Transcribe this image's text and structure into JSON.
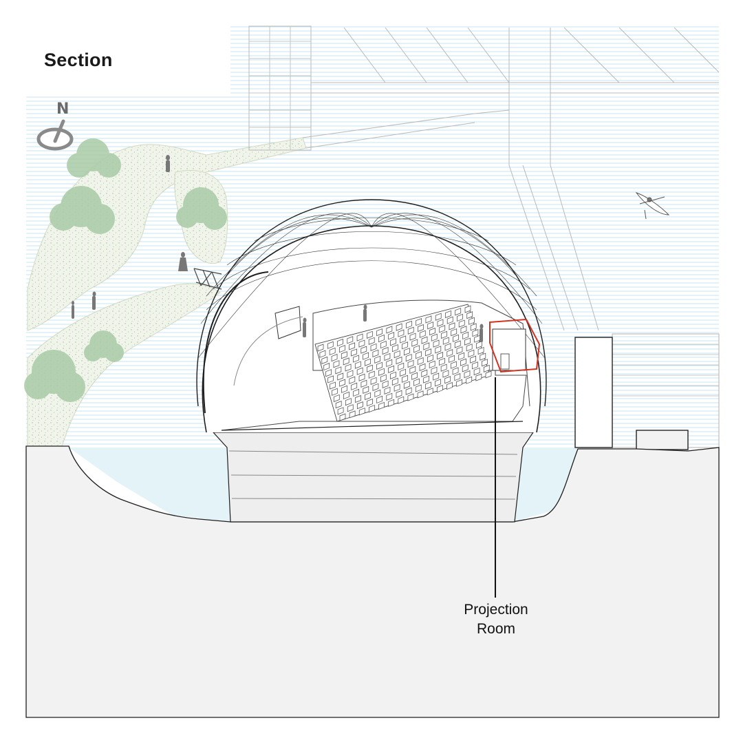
{
  "title": "Section",
  "north_label": "N",
  "callout": {
    "line1": "Projection",
    "line2": "Room"
  },
  "colors": {
    "water_lines": "#bfe3ef",
    "ground": "#f2f2f2",
    "landscape": "#eef2e6",
    "tree": "#9fc59f",
    "highlight": "#d2321f",
    "ink": "#1e1e1e"
  },
  "icons": [
    "north-arrow-icon",
    "person-icon",
    "tree-icon",
    "kayak-icon"
  ]
}
